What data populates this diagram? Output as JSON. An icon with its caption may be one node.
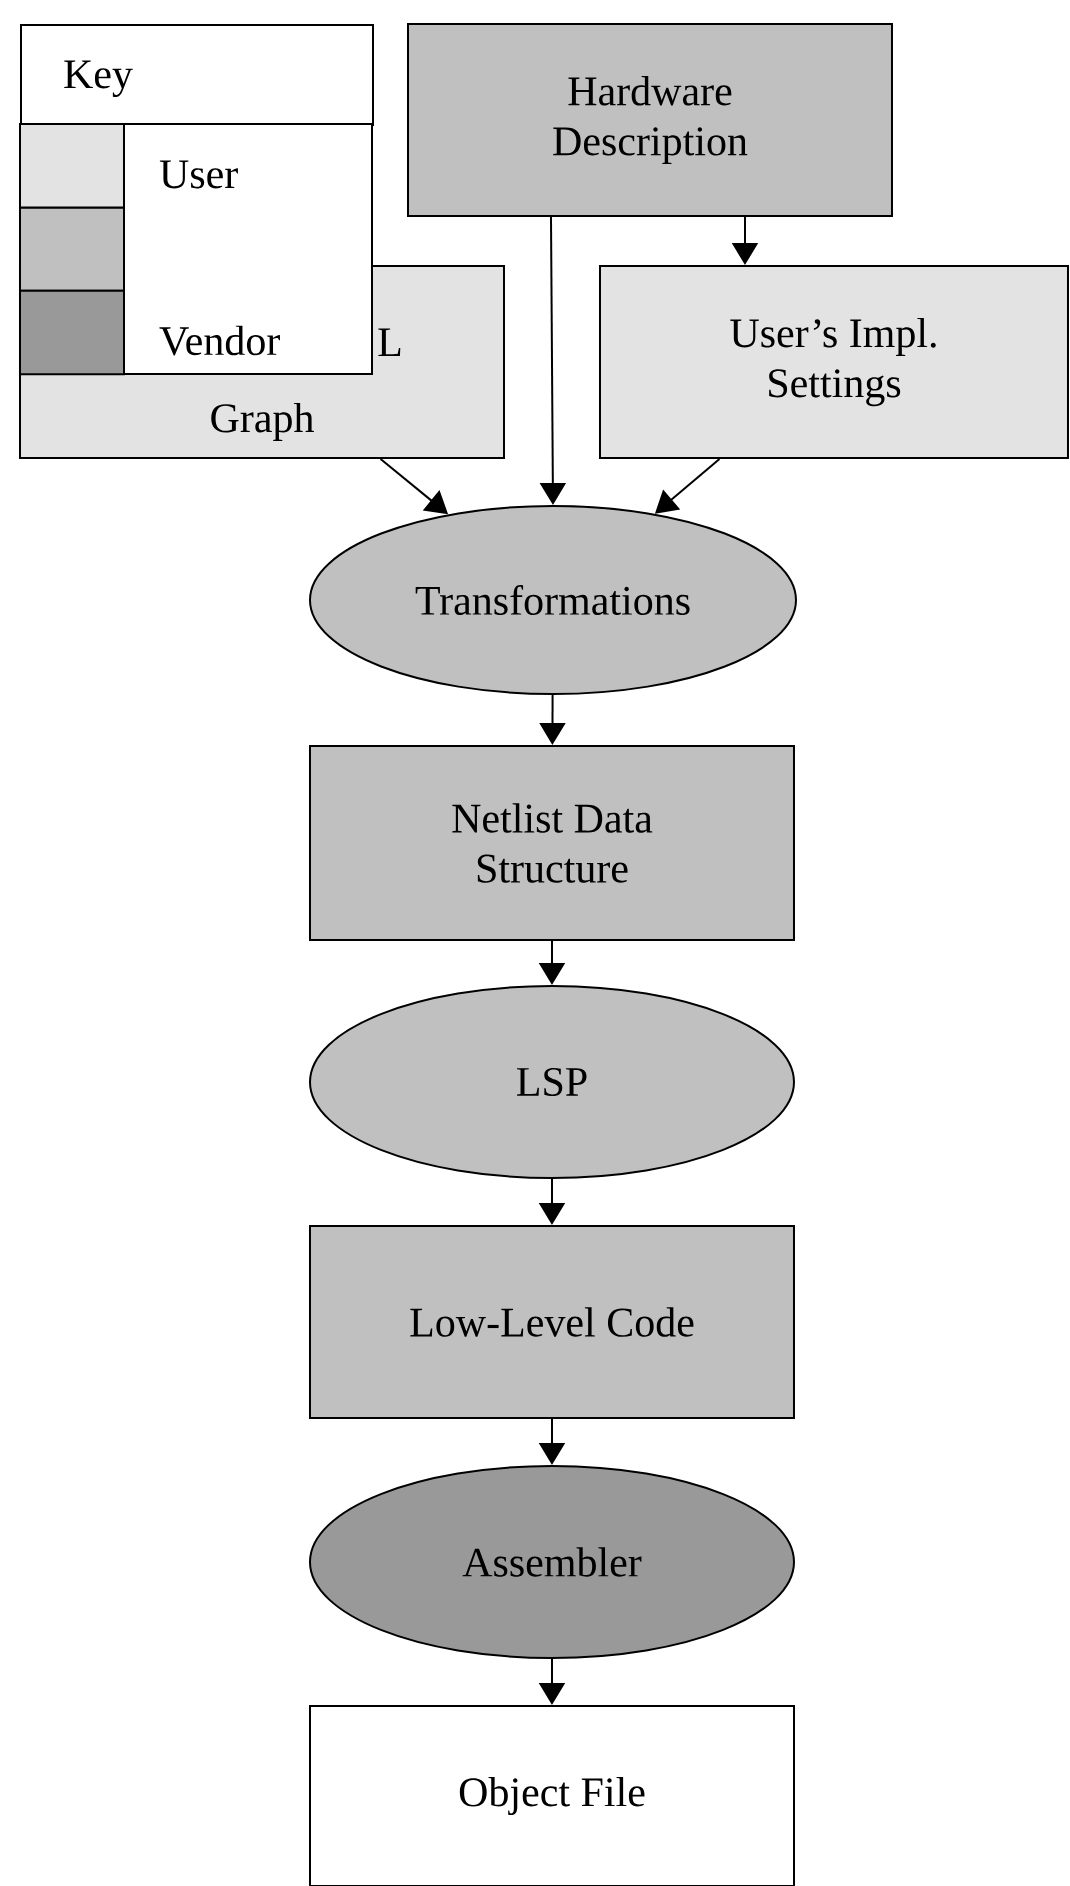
{
  "diagram": {
    "nodes": [
      {
        "text": [
          "Hardware Description"
        ]
      },
      {
        "text": [
          "L",
          "Graph"
        ]
      },
      {
        "text": [
          "User’s Impl. Settings"
        ]
      },
      {
        "text": [
          "Transformations"
        ]
      },
      {
        "text": [
          "Netlist Data Structure"
        ]
      },
      {
        "text": [
          "LSP"
        ]
      },
      {
        "text": [
          "Low-Level Code"
        ]
      },
      {
        "text": [
          "Assembler"
        ]
      },
      {
        "text": [
          "Object File"
        ]
      }
    ],
    "edges": [
      {
        "from": 0,
        "to": 3,
        "arrow": "to"
      },
      {
        "from": 0,
        "to": 2,
        "arrow": "to"
      },
      {
        "from": 1,
        "to": 3,
        "arrow": "to"
      },
      {
        "from": 2,
        "to": 3,
        "arrow": "to"
      },
      {
        "from": 3,
        "to": 4,
        "arrow": "to"
      },
      {
        "from": 4,
        "to": 5,
        "arrow": "to"
      },
      {
        "from": 5,
        "to": 6,
        "arrow": "to"
      },
      {
        "from": 6,
        "to": 7,
        "arrow": "to"
      },
      {
        "from": 7,
        "to": 8,
        "arrow": "to"
      }
    ],
    "labels": [
      "Key"
    ],
    "legend": [
      {
        "text": "User",
        "color": "#e3e3e3"
      },
      {
        "text": "Vendor",
        "color": "#999999"
      }
    ]
  }
}
